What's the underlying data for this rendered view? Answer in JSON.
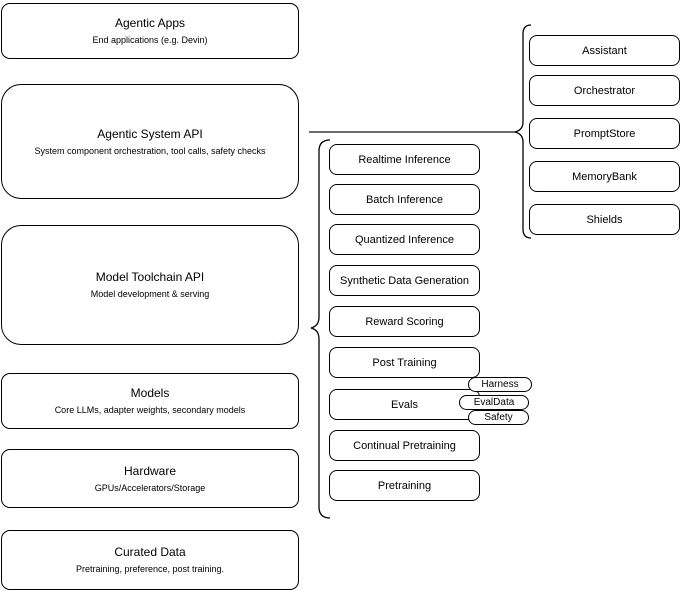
{
  "diagram": {
    "left_column": [
      {
        "title": "Agentic Apps",
        "subtitle": "End applications (e.g. Devin)"
      },
      {
        "title": "Agentic System API",
        "subtitle": "System component orchestration, tool calls, safety checks"
      },
      {
        "title": "Model Toolchain API",
        "subtitle": "Model development & serving"
      },
      {
        "title": "Models",
        "subtitle": "Core LLMs, adapter weights, secondary models"
      },
      {
        "title": "Hardware",
        "subtitle": "GPUs/Accelerators/Storage"
      },
      {
        "title": "Curated Data",
        "subtitle": "Pretraining, preference, post training."
      }
    ],
    "toolchain_items": [
      "Realtime Inference",
      "Batch Inference",
      "Quantized Inference",
      "Synthetic Data Generation",
      "Reward Scoring",
      "Post Training",
      "Evals",
      "Continual Pretraining",
      "Pretraining"
    ],
    "system_components": [
      "Assistant",
      "Orchestrator",
      "PromptStore",
      "MemoryBank",
      "Shields"
    ],
    "eval_badges": [
      "Harness",
      "EvalData",
      "Safety"
    ],
    "colors": {
      "stroke": "#000000",
      "background": "#ffffff"
    }
  }
}
